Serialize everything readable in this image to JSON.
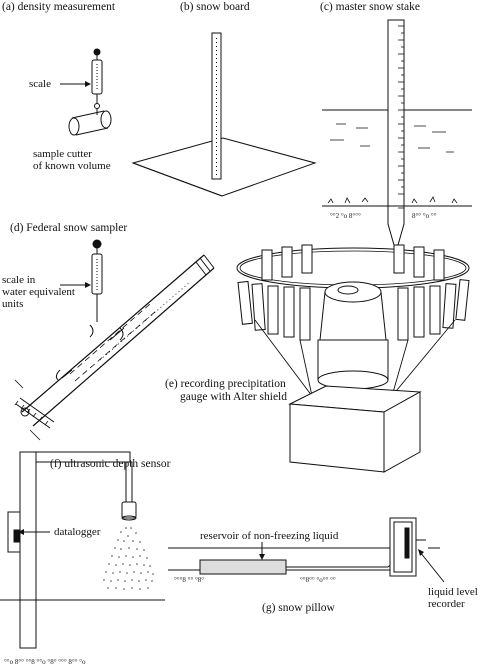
{
  "panels": {
    "a": {
      "caption": "(a) density measurement",
      "labels": [
        "scale",
        "sample cutter",
        "of known volume"
      ]
    },
    "b": {
      "caption": "(b) snow board"
    },
    "c": {
      "caption": "(c) master snow stake"
    },
    "d": {
      "caption": "(d) Federal snow sampler",
      "labels": [
        "scale in",
        "water equivalent",
        "units"
      ]
    },
    "e": {
      "caption_lines": [
        "(e) recording precipitation",
        "gauge with Alter shield"
      ]
    },
    "f": {
      "caption": "(f) ultrasonic depth sensor",
      "labels": [
        "datalogger"
      ]
    },
    "g": {
      "caption": "(g) snow pillow",
      "labels": [
        "reservoir of non-freezing liquid",
        "liquid level",
        "recorder"
      ]
    }
  }
}
